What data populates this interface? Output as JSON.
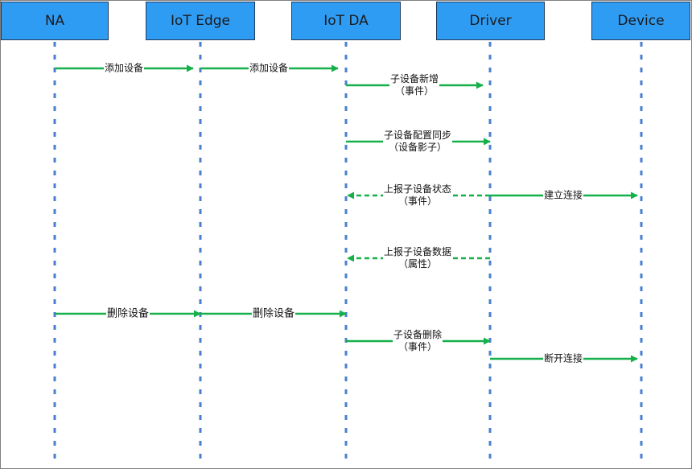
{
  "participants": {
    "na": "NA",
    "iot_edge": "IoT Edge",
    "iot_da": "IoT DA",
    "driver": "Driver",
    "device": "Device"
  },
  "messages": {
    "m1": {
      "line1": "添加设备"
    },
    "m2": {
      "line1": "添加设备"
    },
    "m3": {
      "line1": "子设备新增",
      "line2": "（事件）"
    },
    "m4": {
      "line1": "子设备配置同步",
      "line2": "（设备影子）"
    },
    "m5": {
      "line1": "上报子设备状态",
      "line2": "（事件）"
    },
    "m6": {
      "line1": "建立连接"
    },
    "m7": {
      "line1": "上报子设备数据",
      "line2": "（属性）"
    },
    "m8": {
      "line1": "删除设备"
    },
    "m9": {
      "line1": "删除设备"
    },
    "m10": {
      "line1": "子设备删除",
      "line2": "（事件）"
    },
    "m11": {
      "line1": "断开连接"
    }
  },
  "colors": {
    "participant_fill": "#2F9CF4",
    "lifeline": "#4A7FD0",
    "arrow": "#15B04A"
  }
}
